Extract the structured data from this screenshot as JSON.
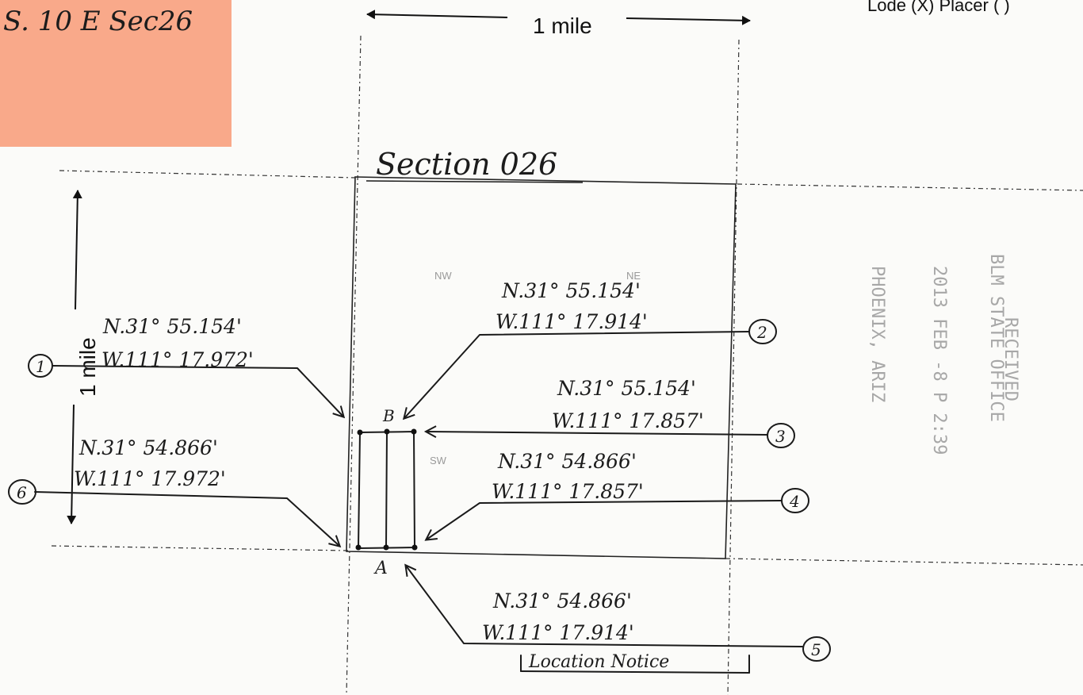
{
  "sticky_note": {
    "text": "S. 10 E Sec26",
    "color": "#f9a98a"
  },
  "corner_label": "Lode (X) Placer ( )",
  "scale": {
    "horizontal": "1 mile",
    "vertical": "1 mile"
  },
  "section_title": "Section 026",
  "quadrants": {
    "nw": "NW",
    "ne": "NE",
    "sw": "SW"
  },
  "claim_corners": {
    "a": "A",
    "b": "B"
  },
  "markers": [
    {
      "num": "1",
      "lat": "N.31° 55.154'",
      "lon": "W.111° 17.972'"
    },
    {
      "num": "2",
      "lat": "N.31° 55.154'",
      "lon": "W.111° 17.914'"
    },
    {
      "num": "3",
      "lat": "N.31° 55.154'",
      "lon": "W.111° 17.857'"
    },
    {
      "num": "4",
      "lat": "N.31° 54.866'",
      "lon": "W.111° 17.857'"
    },
    {
      "num": "5",
      "lat": "N.31° 54.866'",
      "lon": "W.111° 17.914'"
    },
    {
      "num": "6",
      "lat": "N.31° 54.866'",
      "lon": "W.111° 17.972'"
    }
  ],
  "location_notice": "Location Notice",
  "stamp": {
    "line1": "RECEIVED",
    "line2": "BLM STATE OFFICE",
    "line3": "2013 FEB -8 P 2:39",
    "line4": "PHOENIX, ARIZ"
  }
}
